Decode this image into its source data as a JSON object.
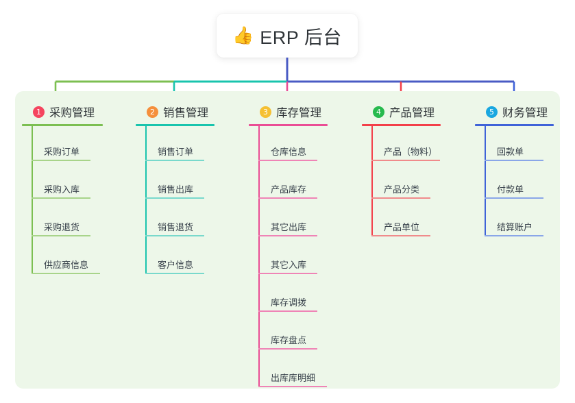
{
  "title": {
    "icon": "thumbs-up-icon",
    "emoji": "👍",
    "text": "ERP 后台"
  },
  "palette": {
    "panel_bg": "#edf7e9",
    "card_bg": "#ffffff",
    "text": "#2f3438",
    "trunk": "#4a5bc4"
  },
  "columns": [
    {
      "index": "1",
      "title": "采购管理",
      "badge_color": "#f5455f",
      "line_color": "#7cbf52",
      "item_line_color": "#a8d48a",
      "items": [
        "采购订单",
        "采购入库",
        "采购退货",
        "供应商信息"
      ]
    },
    {
      "index": "2",
      "title": "销售管理",
      "badge_color": "#f58f3c",
      "line_color": "#19c4ad",
      "item_line_color": "#79d9cc",
      "items": [
        "销售订单",
        "销售出库",
        "销售退货",
        "客户信息"
      ]
    },
    {
      "index": "3",
      "title": "库存管理",
      "badge_color": "#f5c033",
      "line_color": "#ea4d95",
      "item_line_color": "#ef84b6",
      "items": [
        "仓库信息",
        "产品库存",
        "其它出库",
        "其它入库",
        "库存调拨",
        "库存盘点",
        "出库库明细"
      ]
    },
    {
      "index": "4",
      "title": "产品管理",
      "badge_color": "#27ba4e",
      "line_color": "#f3404a",
      "item_line_color": "#f08b8b",
      "items": [
        "产品（物料）",
        "产品分类",
        "产品单位"
      ]
    },
    {
      "index": "5",
      "title": "财务管理",
      "badge_color": "#19a7e0",
      "line_color": "#3f63d8",
      "item_line_color": "#8aa6e8",
      "items": [
        "回款单",
        "付款单",
        "结算账户"
      ]
    }
  ],
  "connectors": {
    "trunk_color": "#4a5bc4",
    "bar_segments": [
      {
        "color": "#7cbf52"
      },
      {
        "color": "#19c4ad"
      },
      {
        "color": "#4a5bc4"
      }
    ]
  }
}
